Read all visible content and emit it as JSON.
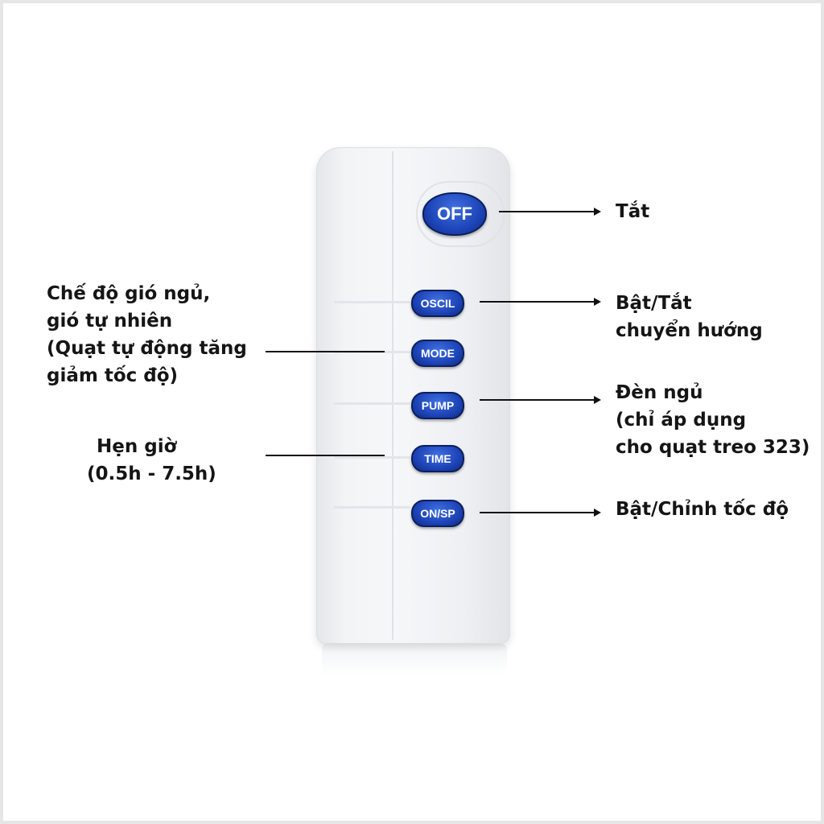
{
  "buttons": {
    "off": "OFF",
    "oscil": "OSCIL",
    "mode": "MODE",
    "pump": "PUMP",
    "time": "TIME",
    "onsp": "ON/SP"
  },
  "labels": {
    "off": [
      "Tắt"
    ],
    "oscil": [
      "Bật/Tắt",
      "chuyển hướng"
    ],
    "mode": [
      "Chế độ gió ngủ,",
      "gió tự nhiên",
      "(Quạt tự động tăng",
      "giảm tốc độ)"
    ],
    "pump": [
      "Đèn ngủ",
      "(chỉ áp dụng",
      "cho quạt treo 323)"
    ],
    "time": [
      "Hẹn giờ",
      "(0.5h - 7.5h)"
    ],
    "onsp": [
      "Bật/Chỉnh tốc độ"
    ]
  },
  "colors": {
    "button": "#1d44b8",
    "remote": "#f3f4f6",
    "text": "#151515"
  }
}
